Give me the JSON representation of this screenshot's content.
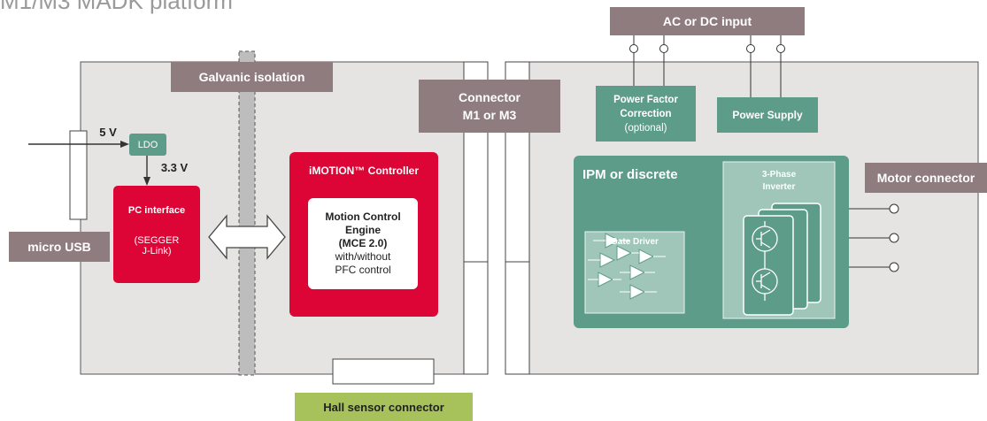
{
  "title": "M1/M3 MADK platform",
  "labels": {
    "galvanic_isolation": "Galvanic isolation",
    "ac_dc_input": "AC or DC input",
    "connector_line1": "Connector",
    "connector_line2": "M1 or M3",
    "pfc_line1": "Power Factor",
    "pfc_line2": "Correction",
    "pfc_line3": "(optional)",
    "power_supply": "Power Supply",
    "voltage_5v": "5 V",
    "ldo": "LDO",
    "voltage_33v": "3.3 V",
    "pc_interface": "PC interface",
    "segger_line1": "(SEGGER",
    "segger_line2": "J-Link)",
    "micro_usb": "micro USB",
    "imotion_controller": "iMOTION™ Controller",
    "mce_line1": "Motion Control",
    "mce_line2": "Engine",
    "mce_line3": "(MCE 2.0)",
    "mce_line4": "with/without",
    "mce_line5": "PFC control",
    "ipm_or_discrete": "IPM or discrete",
    "gate_driver": "Gate Driver",
    "inverter_line1": "3-Phase",
    "inverter_line2": "Inverter",
    "motor_connector": "Motor connector",
    "hall_sensor_connector": "Hall sensor connector"
  },
  "colors": {
    "board_fill": "#e6e4e2",
    "taupe": "#8f7c7e",
    "green": "#5d9c88",
    "green_light": "#9fc6b9",
    "red": "#dc0535",
    "olive": "#a7c15b",
    "line": "#3a3a3a"
  }
}
